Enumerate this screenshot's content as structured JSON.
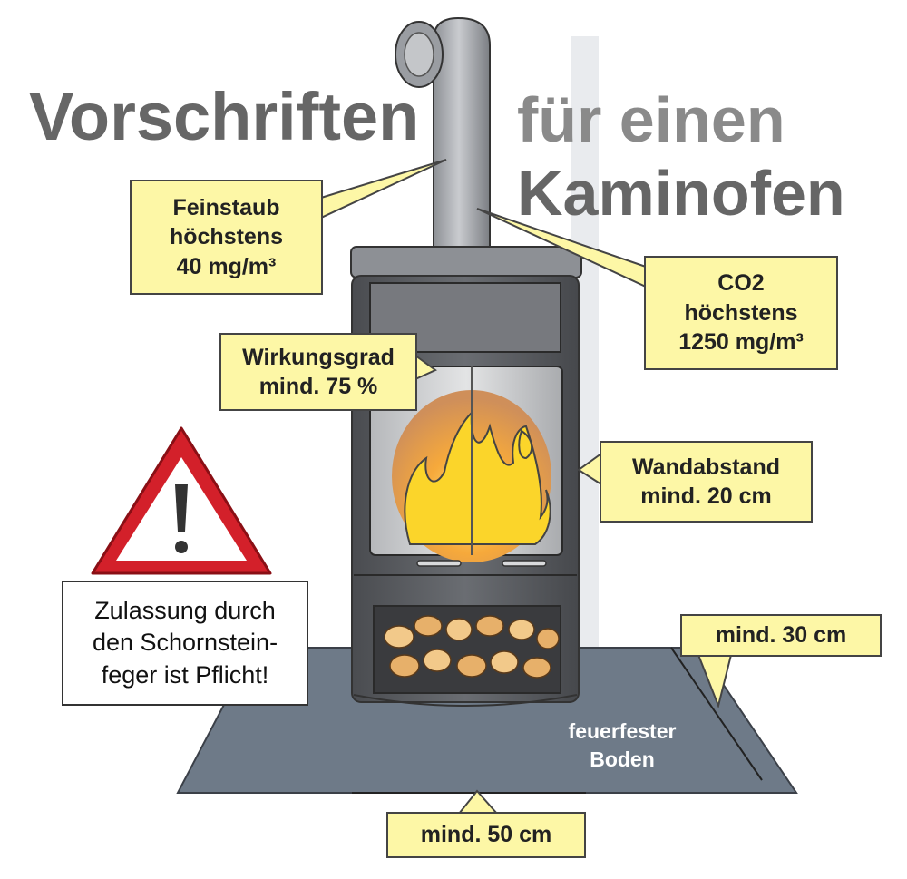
{
  "title": {
    "line1": "Vorschriften",
    "line2": "für einen",
    "line3": "Kaminofen"
  },
  "callouts": {
    "feinstaub": [
      "Feinstaub",
      "höchstens",
      "40 mg/m³"
    ],
    "co2": [
      "CO2",
      "höchstens",
      "1250 mg/m³"
    ],
    "wirkungsgrad": [
      "Wirkungsgrad",
      "mind. 75 %"
    ],
    "wandabstand": [
      "Wandabstand",
      "mind. 20 cm"
    ],
    "side_clearance": "mind. 30 cm",
    "front_clearance": "mind. 50 cm"
  },
  "warning": {
    "lines": [
      "Zulassung durch",
      "den Schornstein-",
      "feger ist Pflicht!"
    ]
  },
  "floor": {
    "lines": [
      "feuerfester",
      "Boden"
    ]
  },
  "colors": {
    "callout_bg": "#fdf7a6",
    "floor": "#6e7a88",
    "warning_red": "#d3202a",
    "stove_body": "#5a5d62",
    "flame": "#f6b21d"
  },
  "icons": {
    "warning": "warning-triangle-icon",
    "stove": "wood-stove-illustration"
  }
}
